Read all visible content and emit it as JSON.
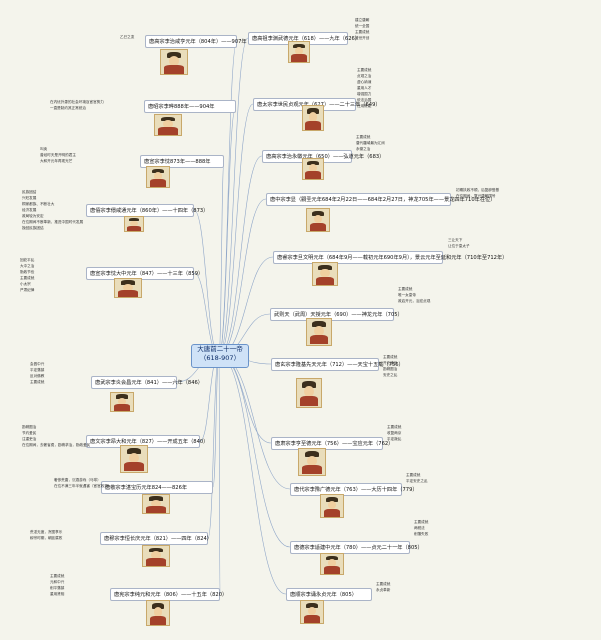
{
  "center": {
    "line1": "大唐前二十一帝",
    "line2": "（618-907）"
  },
  "left_nodes": [
    "唐高宗李治咸亨元年（804年）——907年",
    "唐昭宗李晔888年——904年",
    "唐宣宗李忱873年——888年",
    "唐僖宗李儇咸通元年（860年）——十四年（873）",
    "唐宣宗李忱大中元年（847）——十三年（859）",
    "唐武宗李炎会昌元年（841）——六年（846）",
    "唐文宗李昂大和元年（827）——开成五年（840）",
    "唐敬宗李湛宝历元年824——826年",
    "唐穆宗李恒长庆元年（821）——四年（824）",
    "唐宪宗李纯元和元年（806）——十五年（820）"
  ],
  "right_nodes": [
    "唐高祖李渊武德元年（618）——九年（626）",
    "唐太宗李世民贞观元年（627）——二十三年（649）",
    "唐高宗李治永徽元年（650）——弘道元年（683）",
    "唐中宗李显（嗣圣元年684年2月22日——684年2月27日，神龙705年——景龙四年710年在位）",
    "唐睿宗李旦文明元年（684年9月——载初元年690年9月），景云元年至延和元年（710年至712年）",
    "武则天（武周）天授元年（690）——神龙元年（705）",
    "唐玄宗李隆基先天元年（712）——天宝十五载（756）",
    "唐肃宗李亨至德元年（756）——宝应元年（762）",
    "唐代宗李豫广德元年（763）——大历十四年（779）",
    "唐德宗李适建中元年（780）——贞元二十一年（805）",
    "唐顺宗李诵永贞元年（805）"
  ],
  "leaves": {
    "l0": [
      "乙巳之变"
    ],
    "l1": [
      "在内忧外患的社会环境及宦官势力",
      "一直是制约其正常统治"
    ],
    "l2": [
      "叫卖",
      "曾经时天是开明的君主",
      "大和开元年再现光芒"
    ],
    "l3": [
      "民族团结",
      "兴旺发展",
      "桐家都族、不断壮大",
      "经济发展",
      "政局较为安定",
      "在位期间不断革新、推进中国时代发展",
      "挽回民族团结"
    ],
    "l4": [
      "回纥平乱",
      "大中之治",
      "勤政节俭",
      "主要成就",
      "小太宗",
      "严肃纪律"
    ],
    "l5": [
      "会昌中兴",
      "平定藩镇",
      "反对佛教",
      "主要成就"
    ],
    "l6": [
      "励精图治",
      "节约爱民",
      "注重吏治",
      "在位期间，去奢省费，励精求治，勤政爱民"
    ],
    "l7": [
      "奢侈荒唐，沉湎游戏（马球）",
      "在位不满三年半就遇害（宦官政变）"
    ],
    "l8": [
      "荒淫无度，贪图享乐",
      "穆宗时期，朝廷腐败"
    ],
    "l9": [
      "主要成就",
      "元和中兴",
      "削平藩镇",
      "重用贤相"
    ],
    "r0": [
      "建立唐朝",
      "统一全国",
      "主要成就",
      "盛世开创"
    ],
    "r1": [
      "主要成就",
      "贞观之治",
      "虚心纳谏",
      "重用人才",
      "增强国力",
      "依法治国",
      "任用贤能"
    ],
    "r2": [
      "主要成就",
      "唐代疆域最为辽阔",
      "永徽之治"
    ],
    "r3": [
      "初期执政不顺，后复辟登基",
      "在位期间，复兴唐朝国号"
    ],
    "r4": [
      "三让天下",
      "让位于皇太子"
    ],
    "r5": [
      "主要成就",
      "唯一女皇帝",
      "政启开元，治宏贞观"
    ],
    "r6": [
      "主要成就",
      "开元盛世",
      "励精图治",
      "安史之乱"
    ],
    "r7": [
      "主要成就",
      "收复两京",
      "平定叛乱"
    ],
    "r8": [
      "主要成就",
      "平定安史之乱"
    ],
    "r9": [
      "主要成就",
      "两税法",
      "削藩失败"
    ],
    "r10": [
      "主要成就",
      "永贞革新"
    ]
  }
}
